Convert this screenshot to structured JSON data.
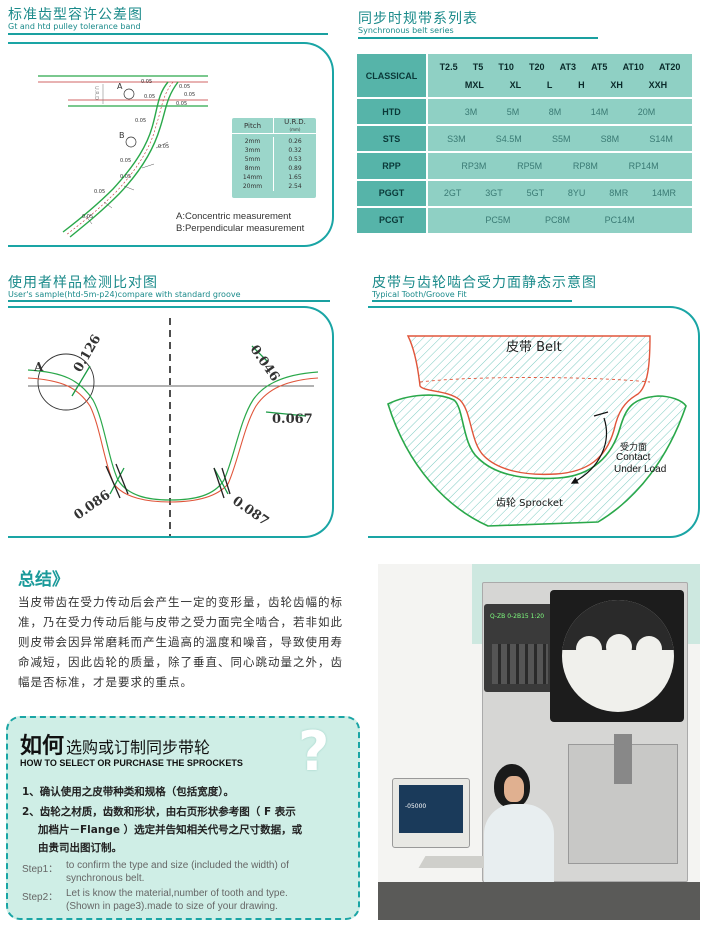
{
  "sec1": {
    "title": "标准齿型容许公差图",
    "sub": "Gt and htd pulley tolerance band",
    "labels": {
      "a": "A",
      "b": "B",
      "urd_axis": "U.R.D"
    },
    "dims": [
      "0.05",
      "0.05",
      "0.05",
      "0.05",
      "0.05",
      "0.05",
      "0.05",
      "0.05",
      "0.05",
      "0.05",
      "0.05"
    ],
    "pitch_table": {
      "head1": "Pitch",
      "head2": "U.R.D.",
      "head2_unit": "(mm)",
      "rows": [
        [
          "2mm",
          "0.26"
        ],
        [
          "3mm",
          "0.32"
        ],
        [
          "5mm",
          "0.53"
        ],
        [
          "8mm",
          "0.89"
        ],
        [
          "14mm",
          "1.65"
        ],
        [
          "20mm",
          "2.54"
        ]
      ]
    },
    "legend_a": "A:Concentric measurement",
    "legend_b": "B:Perpendicular measurement"
  },
  "sec2": {
    "title": "同步时规带系列表",
    "sub": "Synchronous belt series",
    "rows": [
      {
        "label": "CLASSICAL",
        "top": [
          "T2.5",
          "T5",
          "T10",
          "T20",
          "AT3",
          "AT5",
          "AT10",
          "AT20"
        ],
        "bottom": [
          "MXL",
          "XL",
          "L",
          "H",
          "XH",
          "XXH"
        ]
      },
      {
        "label": "HTD",
        "values": [
          "3M",
          "5M",
          "8M",
          "14M",
          "20M"
        ]
      },
      {
        "label": "STS",
        "values": [
          "S3M",
          "S4.5M",
          "S5M",
          "S8M",
          "S14M"
        ]
      },
      {
        "label": "RPP",
        "values": [
          "RP3M",
          "RP5M",
          "RP8M",
          "RP14M"
        ]
      },
      {
        "label": "PGGT",
        "values": [
          "2GT",
          "3GT",
          "5GT",
          "8YU",
          "8MR",
          "14MR"
        ]
      },
      {
        "label": "PCGT",
        "values": [
          "PC5M",
          "PC8M",
          "PC14M"
        ]
      }
    ]
  },
  "sec3": {
    "title": "使用者样品检测比对图",
    "sub": "User's sample(htd-5m-p24)compare with standard groove",
    "label_a": "A",
    "dims": [
      "0.126",
      "0.046",
      "0.067",
      "0.086",
      "0.087"
    ]
  },
  "sec4": {
    "title": "皮带与齿轮啮合受力面静态示意图",
    "sub": "Typical Tooth/Groove Fit",
    "belt_label": "皮带 Belt",
    "contact_cn": "受力面",
    "contact_en1": "Contact",
    "contact_en2": "Under Load",
    "sprocket_label": "齿轮  Sprocket"
  },
  "summary": {
    "title": "总结》",
    "lines": [
      "当皮带齿在受力传动后会产生一定的变形量，齿轮齿幅的标",
      "准，乃在受力传动后能与皮带之受力面完全啮合，若非如此",
      "则皮带会因异常磨耗而产生過高的溫度和噪音，导致使用寿",
      "命减短，因此齿轮的质量，除了垂直、同心跳动量之外，齿",
      "幅是否标准，才是要求的重点。"
    ]
  },
  "how": {
    "title_big": "如何",
    "title_rest": "选购或订制同步带轮",
    "sub": "HOW TO SELECT OR PURCHASE THE SPROCKETS",
    "cn1": "1、确认使用之皮带种类和规格（包括宽度）。",
    "cn2a": "2、齿轮之材质，齿数和形状，由右页形状参考图（ F 表示",
    "cn2b": "加档片－Flange ）选定并告知相关代号之尺寸数据，或",
    "cn2c": "由贵司出图订制。",
    "step1_label": "Step1：",
    "step1a": "to confirm the type and size (included the width) of",
    "step1b": "synchronous belt.",
    "step2_label": "Step2：",
    "step2a": "Let is know the material,number of tooth and type.",
    "step2b": "(Shown in page3).made to size of your drawing."
  },
  "photo": {
    "display": "Q-ZB 0-2B15 1:20",
    "screen_text": "-05000"
  }
}
